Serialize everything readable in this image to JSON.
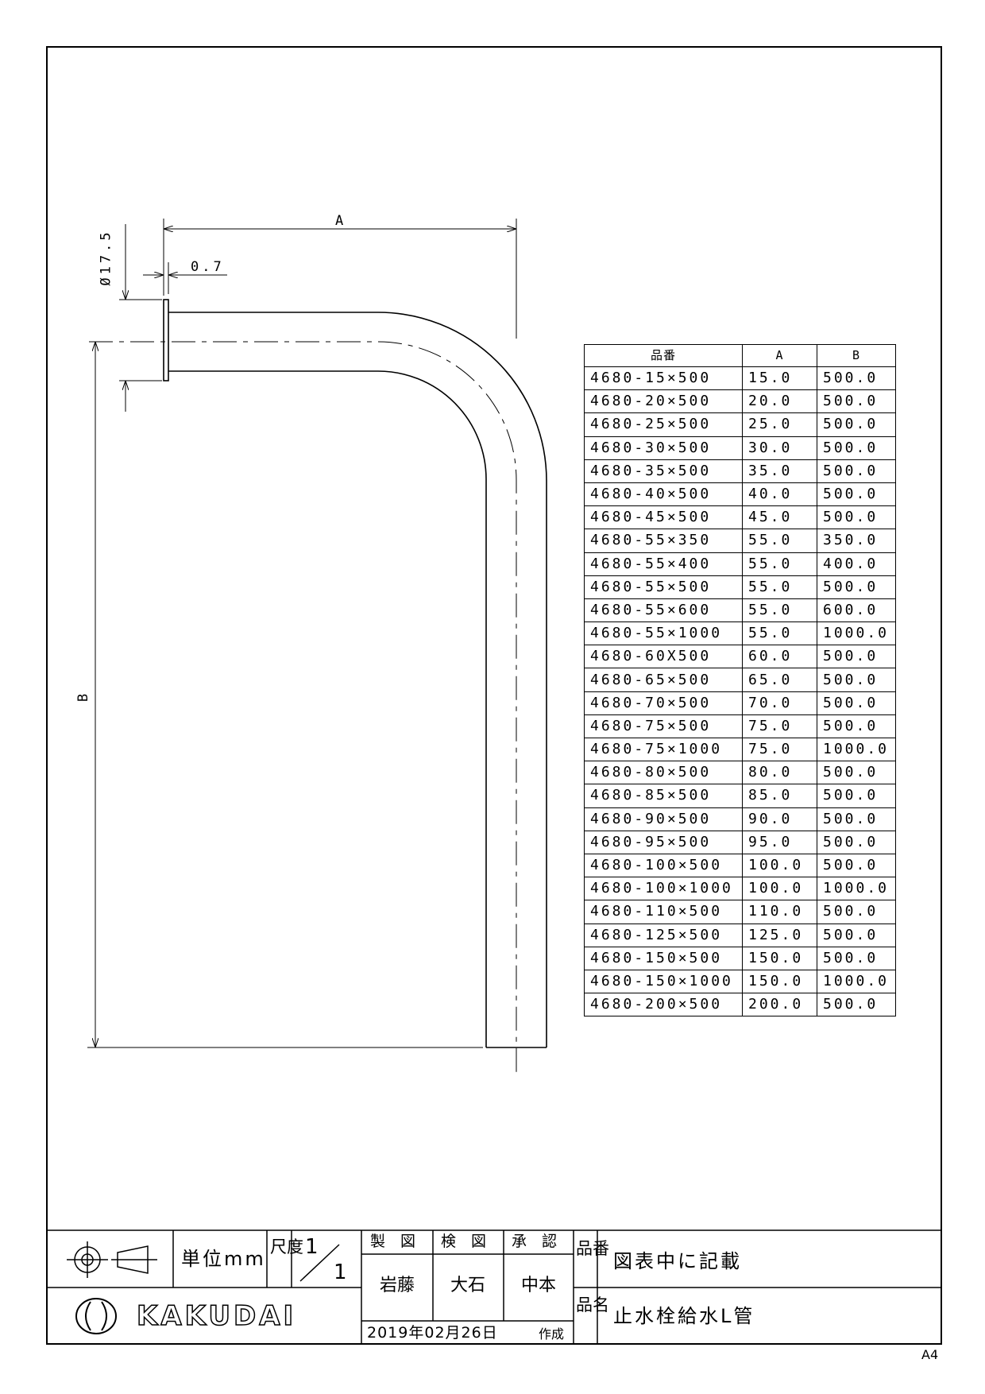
{
  "dimensions": {
    "a_label": "A",
    "b_label": "B",
    "diameter": "Ø17.5",
    "flange_thickness": "0.7"
  },
  "parts_table": {
    "headers": [
      "品番",
      "A",
      "B"
    ],
    "rows": [
      [
        "4680-15×500",
        "15.0",
        "500.0"
      ],
      [
        "4680-20×500",
        "20.0",
        "500.0"
      ],
      [
        "4680-25×500",
        "25.0",
        "500.0"
      ],
      [
        "4680-30×500",
        "30.0",
        "500.0"
      ],
      [
        "4680-35×500",
        "35.0",
        "500.0"
      ],
      [
        "4680-40×500",
        "40.0",
        "500.0"
      ],
      [
        "4680-45×500",
        "45.0",
        "500.0"
      ],
      [
        "4680-55×350",
        "55.0",
        "350.0"
      ],
      [
        "4680-55×400",
        "55.0",
        "400.0"
      ],
      [
        "4680-55×500",
        "55.0",
        "500.0"
      ],
      [
        "4680-55×600",
        "55.0",
        "600.0"
      ],
      [
        "4680-55×1000",
        "55.0",
        "1000.0"
      ],
      [
        "4680-60X500",
        "60.0",
        "500.0"
      ],
      [
        "4680-65×500",
        "65.0",
        "500.0"
      ],
      [
        "4680-70×500",
        "70.0",
        "500.0"
      ],
      [
        "4680-75×500",
        "75.0",
        "500.0"
      ],
      [
        "4680-75×1000",
        "75.0",
        "1000.0"
      ],
      [
        "4680-80×500",
        "80.0",
        "500.0"
      ],
      [
        "4680-85×500",
        "85.0",
        "500.0"
      ],
      [
        "4680-90×500",
        "90.0",
        "500.0"
      ],
      [
        "4680-95×500",
        "95.0",
        "500.0"
      ],
      [
        "4680-100×500",
        "100.0",
        "500.0"
      ],
      [
        "4680-100×1000",
        "100.0",
        "1000.0"
      ],
      [
        "4680-110×500",
        "110.0",
        "500.0"
      ],
      [
        "4680-125×500",
        "125.0",
        "500.0"
      ],
      [
        "4680-150×500",
        "150.0",
        "500.0"
      ],
      [
        "4680-150×1000",
        "150.0",
        "1000.0"
      ],
      [
        "4680-200×500",
        "200.0",
        "500.0"
      ]
    ]
  },
  "title_block": {
    "unit": "単位mm",
    "scale_label": "尺度",
    "scale_num": "1",
    "scale_den": "1",
    "drawn_label": "製　図",
    "checked_label": "検　図",
    "approved_label": "承　認",
    "drawn_by": "岩藤",
    "checked_by": "大石",
    "approved_by": "中本",
    "date": "2019年02月26日",
    "created_label": "作成",
    "part_no_label": "品番",
    "part_no_value": "図表中に記載",
    "part_name_label": "品名",
    "part_name_value": "止水栓給水L管",
    "logo": "KAKUDAI",
    "paper_size": "A4"
  },
  "icons": {
    "projection_symbol": "third-angle-projection-icon",
    "logo_mark": "kakudai-logo-icon"
  }
}
